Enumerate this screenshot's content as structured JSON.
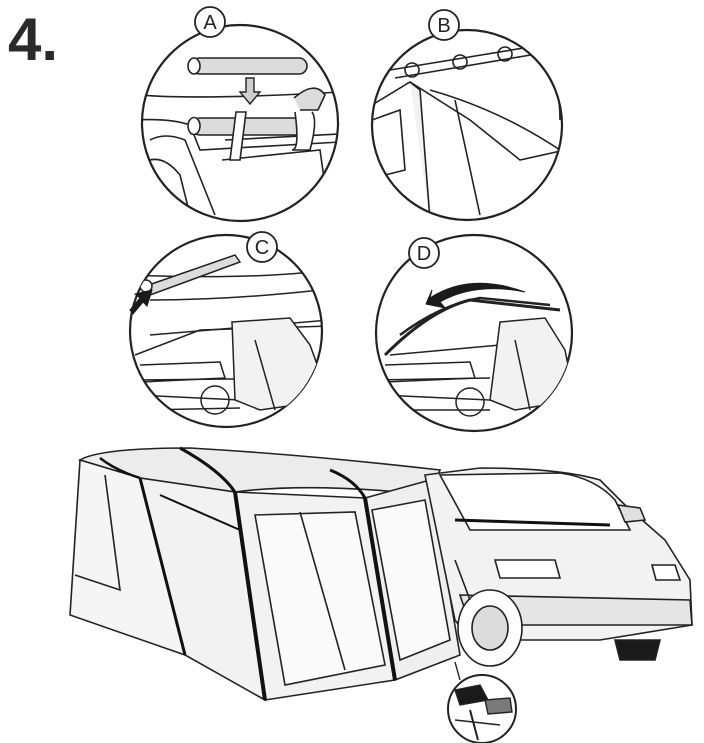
{
  "step_number": "4.",
  "panels": [
    {
      "letter": "A",
      "icon": "pole-into-sleeve-icon"
    },
    {
      "letter": "B",
      "icon": "ring-clips-on-rail-icon"
    },
    {
      "letter": "C",
      "icon": "kador-strip-slide-icon"
    },
    {
      "letter": "D",
      "icon": "threading-awning-over-van-icon"
    }
  ],
  "colors": {
    "line": "#222222",
    "fabric": "#f2f2f2",
    "fabric_dark": "#dcdcdc",
    "arrow_fill": "#cfcfcf",
    "dark": "#1a1a1a"
  }
}
